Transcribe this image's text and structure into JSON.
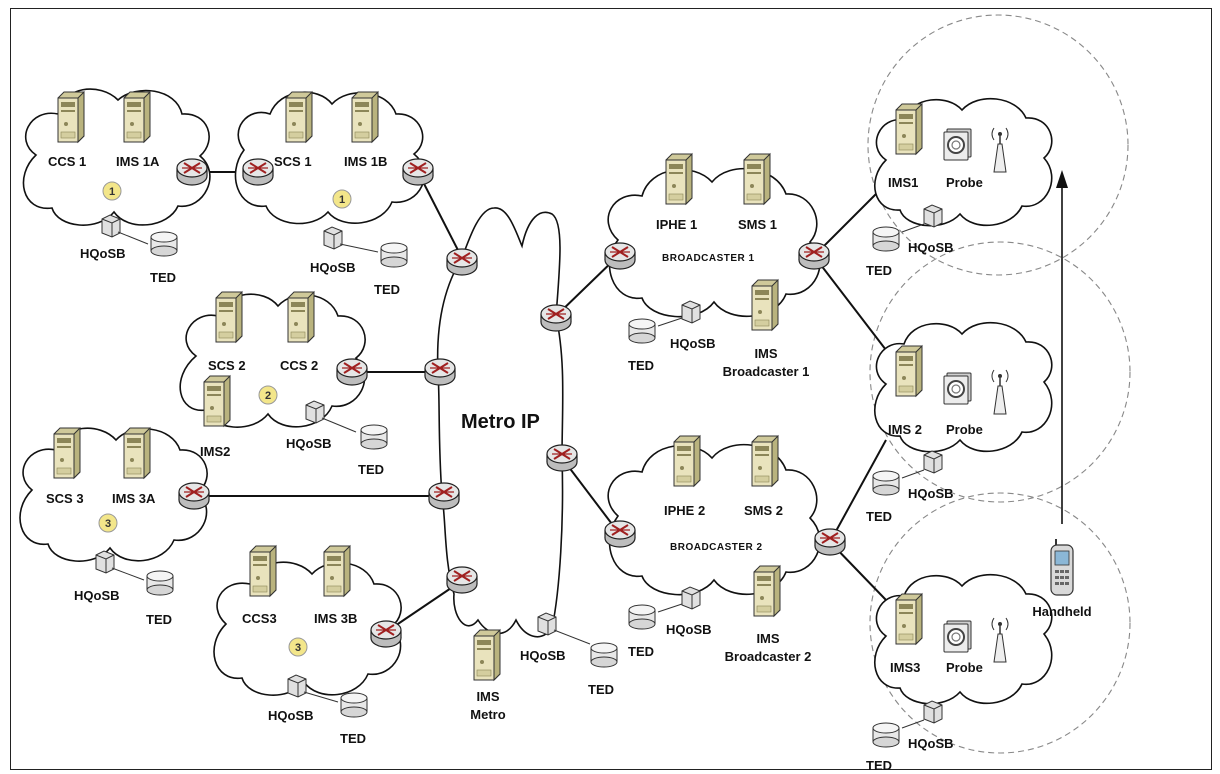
{
  "title": "Metro IP",
  "domains": {
    "d1a": {
      "badge": "1",
      "server1": "CCS 1",
      "server2": "IMS 1A",
      "hqosb": "HQoSB",
      "ted": "TED"
    },
    "d1b": {
      "badge": "1",
      "server1": "SCS 1",
      "server2": "IMS 1B",
      "hqosb": "HQoSB",
      "ted": "TED"
    },
    "d2": {
      "badge": "2",
      "server1": "SCS 2",
      "server2": "CCS 2",
      "server3": "IMS2",
      "hqosb": "HQoSB",
      "ted": "TED"
    },
    "d3a": {
      "badge": "3",
      "server1": "SCS 3",
      "server2": "IMS 3A",
      "hqosb": "HQoSB",
      "ted": "TED"
    },
    "d3b": {
      "badge": "3",
      "server1": "CCS3",
      "server2": "IMS 3B",
      "hqosb": "HQoSB",
      "ted": "TED"
    }
  },
  "metro": {
    "ims_line1": "IMS",
    "ims_line2": "Metro",
    "hqosb": "HQoSB",
    "ted": "TED"
  },
  "broadcasters": {
    "b1": {
      "name": "BROADCASTER 1",
      "iphe": "IPHE 1",
      "sms": "SMS 1",
      "ims_line1": "IMS",
      "ims_line2": "Broadcaster 1",
      "hqosb": "HQoSB",
      "ted": "TED"
    },
    "b2": {
      "name": "BROADCASTER 2",
      "iphe": "IPHE 2",
      "sms": "SMS 2",
      "ims_line1": "IMS",
      "ims_line2": "Broadcaster 2",
      "hqosb": "HQoSB",
      "ted": "TED"
    }
  },
  "cells": {
    "c1": {
      "ims": "IMS1",
      "probe": "Probe",
      "hqosb": "HQoSB",
      "ted": "TED"
    },
    "c2": {
      "ims": "IMS 2",
      "probe": "Probe",
      "hqosb": "HQoSB",
      "ted": "TED"
    },
    "c3": {
      "ims": "IMS3",
      "probe": "Probe",
      "hqosb": "HQoSB",
      "ted": "TED"
    }
  },
  "handheld": "Handheld",
  "colors": {
    "server": "#e9e3bd",
    "server_dark": "#b9b37e",
    "router": "#d8d8d8",
    "badge": "#f3e68a",
    "line": "#111111"
  }
}
